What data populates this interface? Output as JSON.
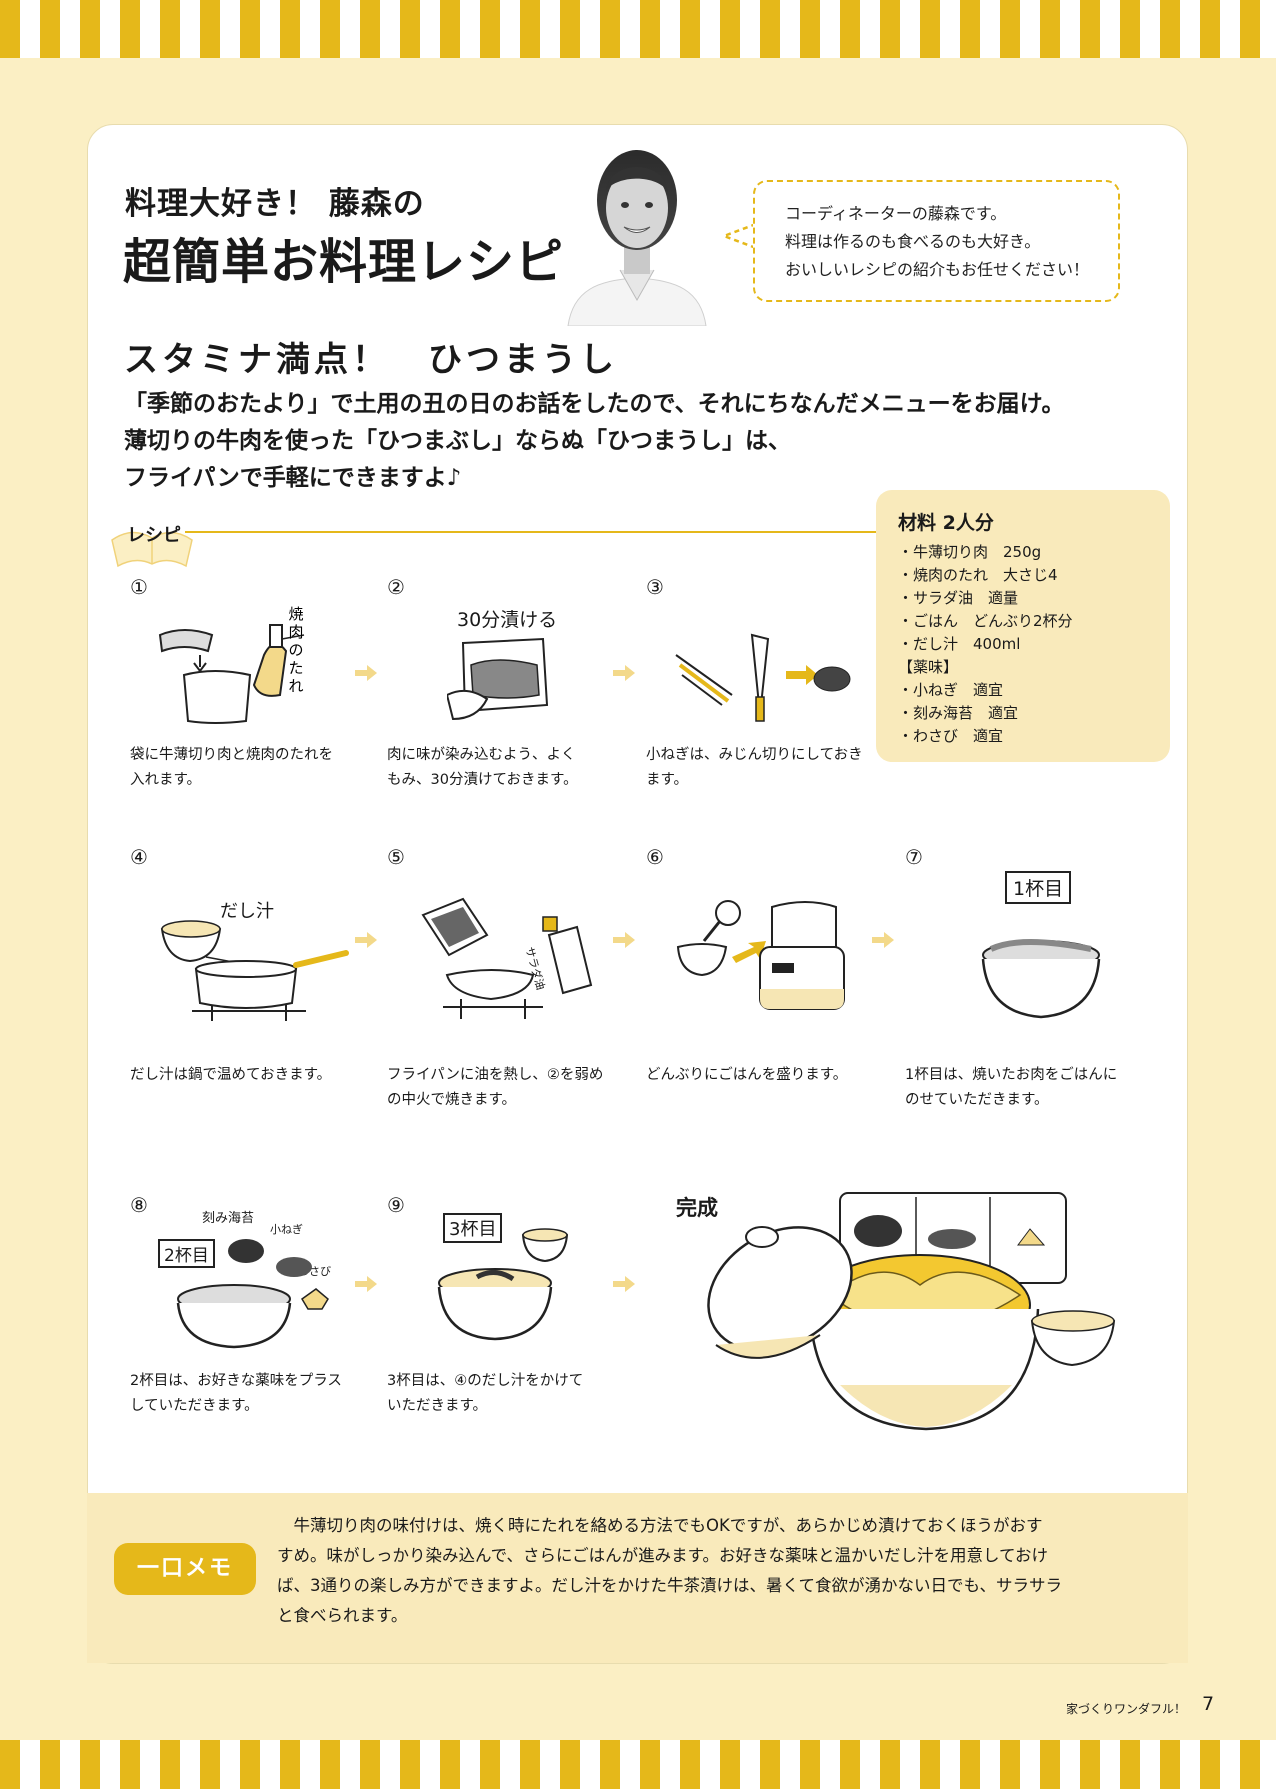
{
  "header": {
    "sub_title": "料理大好き！ 藤森の",
    "main_title": "超簡単お料理レシピ"
  },
  "bubble": {
    "lines": [
      "コーディネーターの藤森です。",
      "料理は作るのも食べるのも大好き。",
      "おいしいレシピの紹介もお任せください！"
    ]
  },
  "recipe": {
    "title": "スタミナ満点！　ひつまうし",
    "intro": [
      "「季節のおたより」で土用の丑の日のお話をしたので、それにちなんだメニューをお届け。",
      "薄切りの牛肉を使った「ひつまぶし」ならぬ「ひつまうし」は、",
      "フライパンで手軽にできますよ♪"
    ],
    "section_label": "レシピ"
  },
  "ingredients": {
    "title": "材料 2人分",
    "items": [
      "・牛薄切り肉　250g",
      "・焼肉のたれ　大さじ4",
      "・サラダ油　適量",
      "・ごはん　どんぶり2杯分",
      "・だし汁　400ml",
      "【薬味】",
      "・小ねぎ　適宜",
      "・刻み海苔　適宜",
      "・わさび　適宜"
    ]
  },
  "steps": [
    {
      "num": "①",
      "caption": [
        "袋に牛薄切り肉と焼肉のたれを",
        "入れます。"
      ],
      "illo_text": [
        "焼",
        "肉",
        "の",
        "た",
        "れ"
      ]
    },
    {
      "num": "②",
      "caption": [
        "肉に味が染み込むよう、よく",
        "もみ、30分漬けておきます。"
      ],
      "illo_text": "30分漬ける"
    },
    {
      "num": "③",
      "caption": [
        "小ねぎは、みじん切りにしておき",
        "ます。"
      ]
    },
    {
      "num": "④",
      "caption": [
        "だし汁は鍋で温めておきます。"
      ],
      "illo_text": "だし汁"
    },
    {
      "num": "⑤",
      "caption": [
        "フライパンに油を熱し、②を弱め",
        "の中火で焼きます。"
      ],
      "illo_text": "サラダ油"
    },
    {
      "num": "⑥",
      "caption": [
        "どんぶりにごはんを盛ります。"
      ]
    },
    {
      "num": "⑦",
      "caption": [
        "1杯目は、焼いたお肉をごはんに",
        "のせていただきます。"
      ],
      "illo_text": "1杯目"
    },
    {
      "num": "⑧",
      "caption": [
        "2杯目は、お好きな薬味をプラス",
        "していただきます。"
      ],
      "illo_text": {
        "bowl": "2杯目",
        "nori": "刻み海苔",
        "negi": "小ねぎ",
        "wasabi": "わさび"
      }
    },
    {
      "num": "⑨",
      "caption": [
        "3杯目は、④のだし汁をかけて",
        "いただきます。"
      ],
      "illo_text": "3杯目"
    }
  ],
  "final": {
    "label": "完成"
  },
  "memo": {
    "badge": "一口メモ",
    "lines": [
      "　牛薄切り肉の味付けは、焼く時にたれを絡める方法でもOKですが、あらかじめ漬けておくほうがおす",
      "すめ。味がしっかり染み込んで、さらにごはんが進みます。お好きな薬味と温かいだし汁を用意しておけ",
      "ば、3通りの楽しみ方ができますよ。だし汁をかけた牛茶漬けは、暑くて食欲が湧かない日でも、サラサラ",
      "と食べられます。"
    ]
  },
  "footer": {
    "magazine": "家づくりワンダフル！",
    "page": "7"
  },
  "colors": {
    "accent": "#e5b81a",
    "background": "#fbefc4",
    "panel": "#f9eabb"
  }
}
